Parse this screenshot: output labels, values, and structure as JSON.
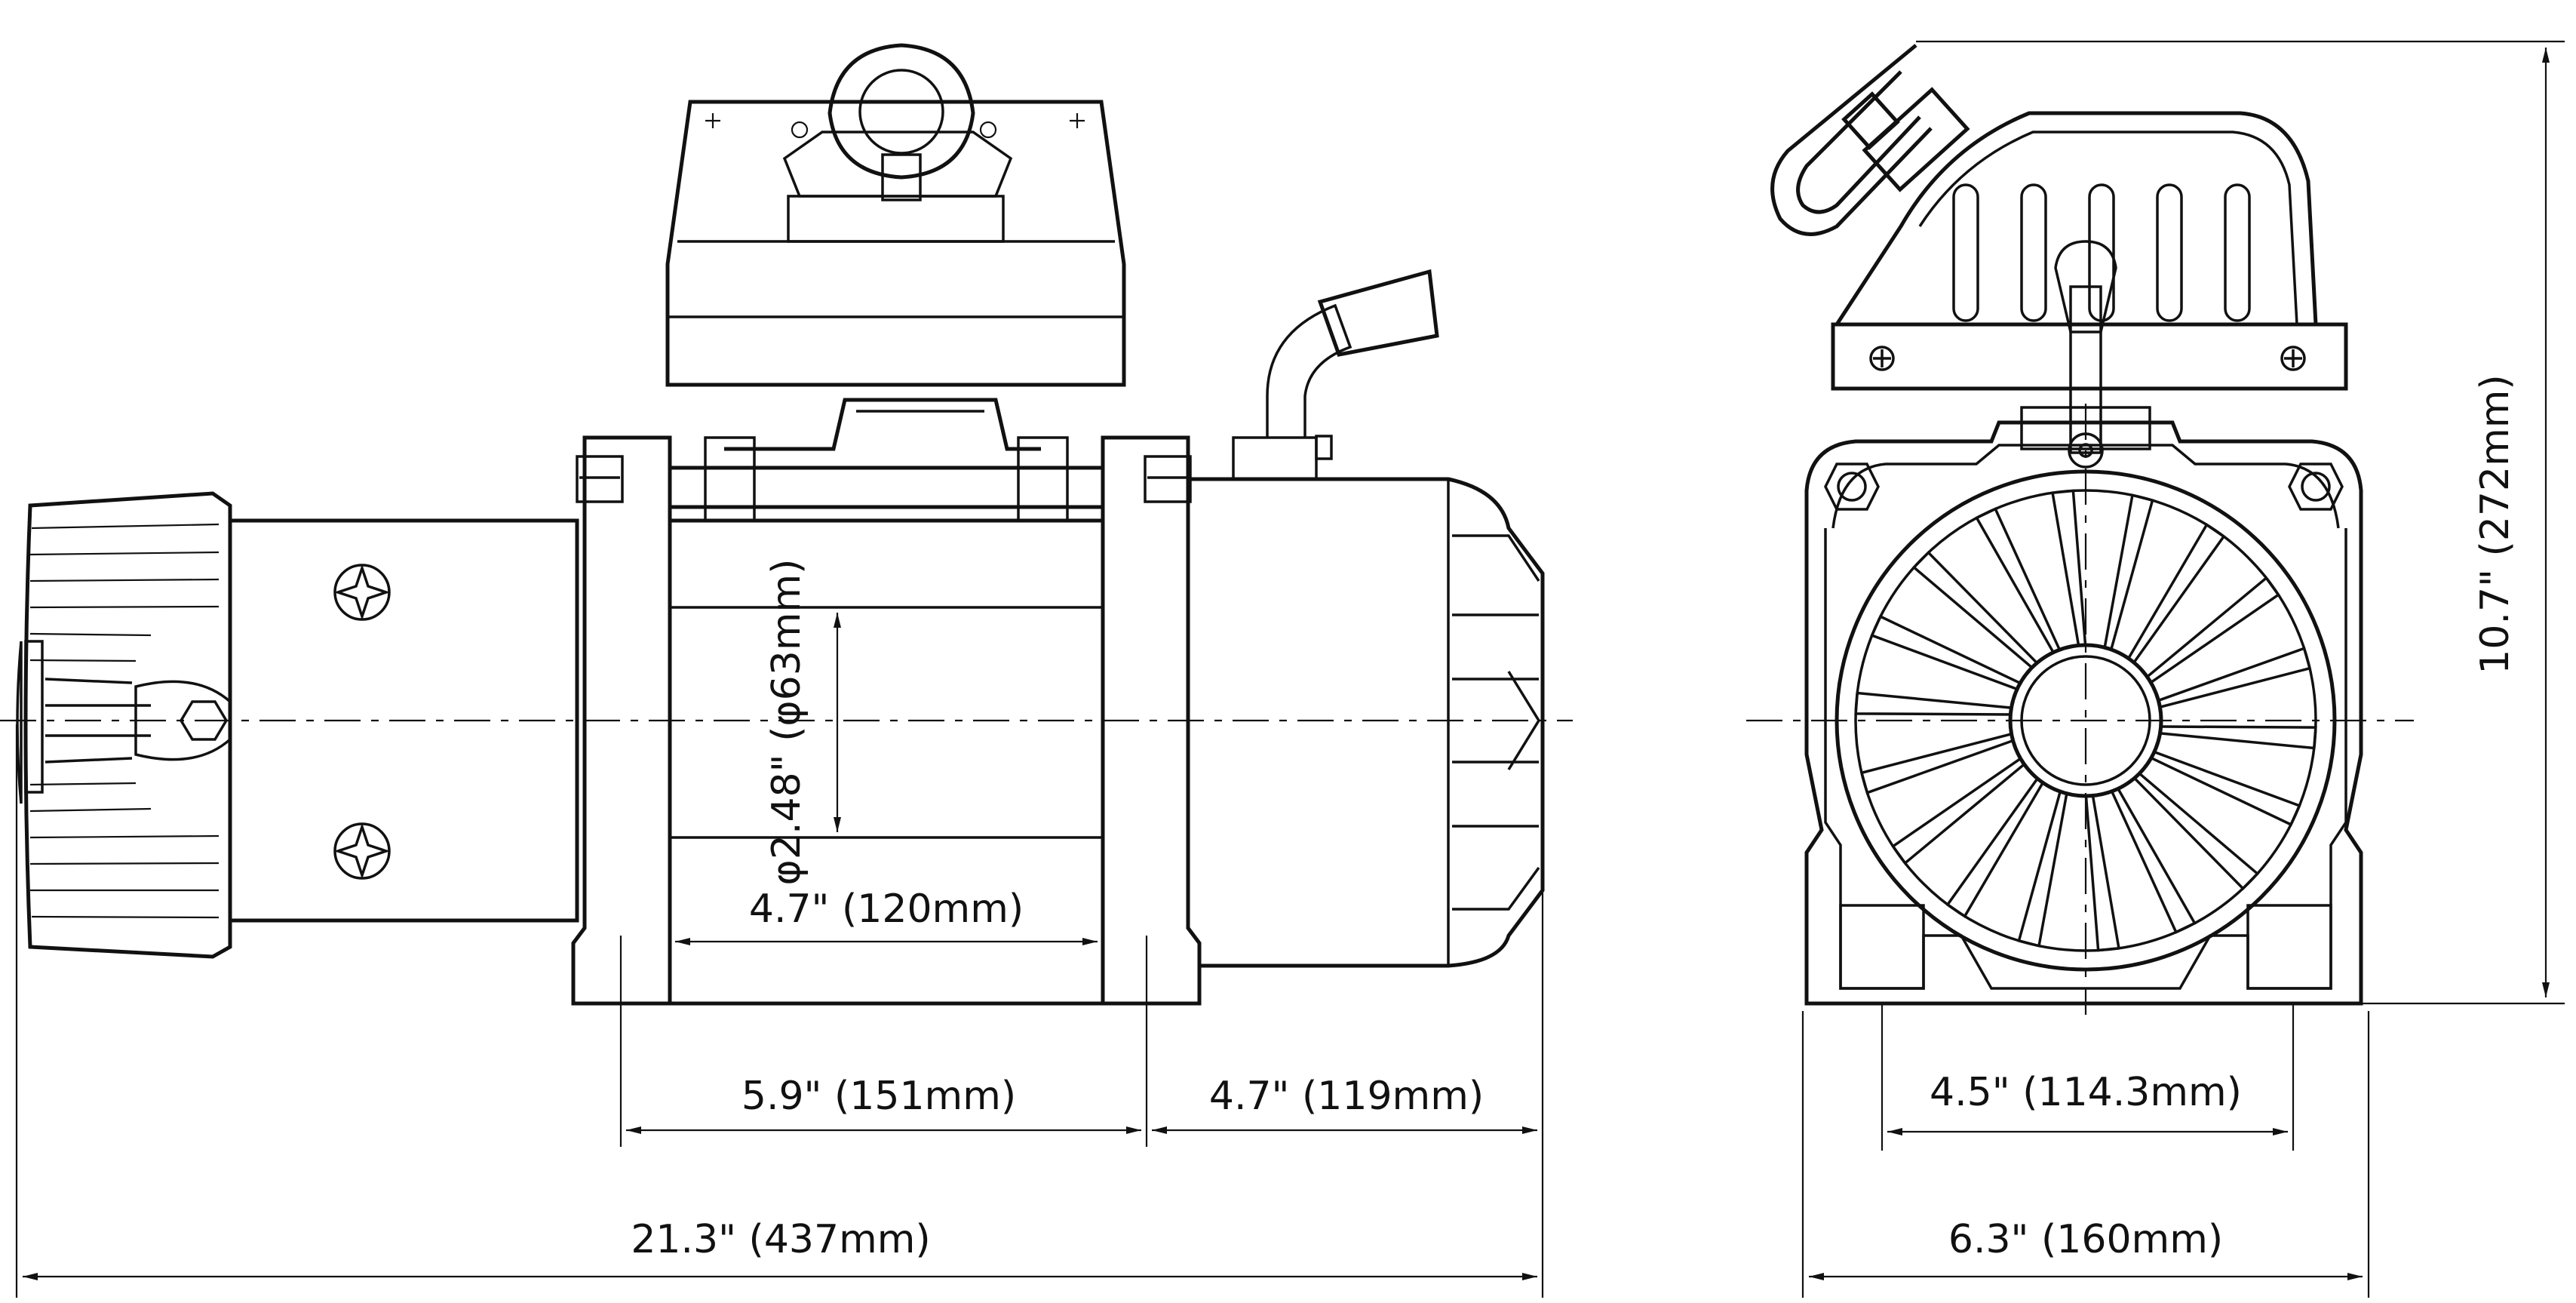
{
  "dimensions": {
    "drum_diameter": "φ2.48\" (φ63mm)",
    "drum_length": "4.7\" (120mm)",
    "mount_spacing_length": "5.9\" (151mm)",
    "motor_length": "4.7\" (119mm)",
    "overall_length": "21.3\" (437mm)",
    "mount_spacing_width": "4.5\" (114.3mm)",
    "overall_width": "6.3\" (160mm)",
    "overall_height": "10.7\" (272mm)"
  }
}
